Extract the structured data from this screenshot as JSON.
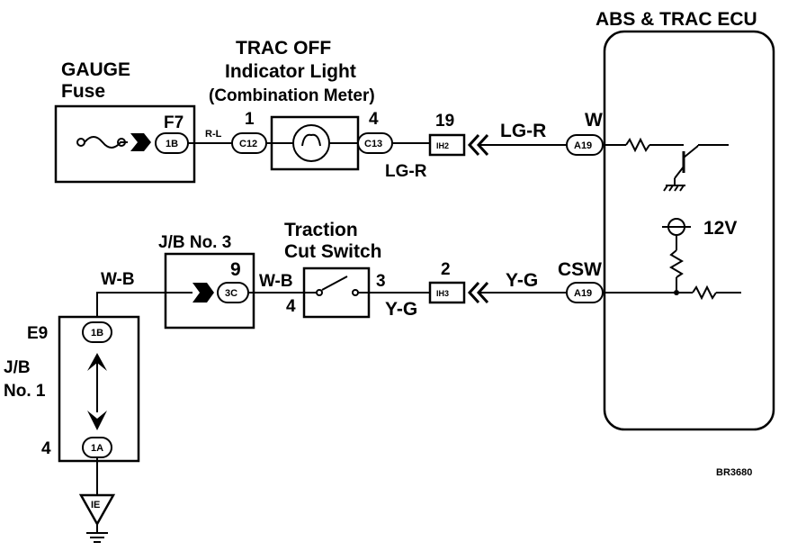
{
  "ecu": {
    "title": "ABS & TRAC ECU",
    "voltage": "12V"
  },
  "gauge_fuse": {
    "line1": "GAUGE",
    "line2": "Fuse",
    "connector_id": "F7",
    "connector": "1B"
  },
  "trac_off": {
    "line1": "TRAC OFF",
    "line2": "Indicator Light",
    "line3": "(Combination Meter)",
    "pin_in": "1",
    "pin_out": "4",
    "conn_in": "C12",
    "conn_out": "C13"
  },
  "wire_top": {
    "fuse_to_light": "R-L",
    "light_to_ecu_lower": "LG-R",
    "ih2_to_ecu": "LG-R",
    "ecu_pin_label": "W",
    "ecu_conn": "A19",
    "ih_pin": "19",
    "ih_conn": "IH2"
  },
  "jb3": {
    "label": "J/B No. 3",
    "pin": "9",
    "connector": "3C"
  },
  "traction_cut": {
    "line1": "Traction",
    "line2": "Cut Switch",
    "pin_in": "4",
    "pin_out": "3"
  },
  "wire_bottom": {
    "jb1_to_jb3": "W-B",
    "jb3_to_switch": "W-B",
    "switch_to_ih3": "Y-G",
    "ih3_to_ecu": "Y-G",
    "ecu_pin_label": "CSW",
    "ecu_conn": "A19",
    "ih_pin": "2",
    "ih_conn": "IH3"
  },
  "jb1": {
    "id": "E9",
    "line1": "J/B",
    "line2": "No. 1",
    "pin_bottom": "4",
    "conn_top": "1B",
    "conn_bottom": "1A"
  },
  "ground": {
    "label": "IE"
  },
  "code": "BR3680"
}
